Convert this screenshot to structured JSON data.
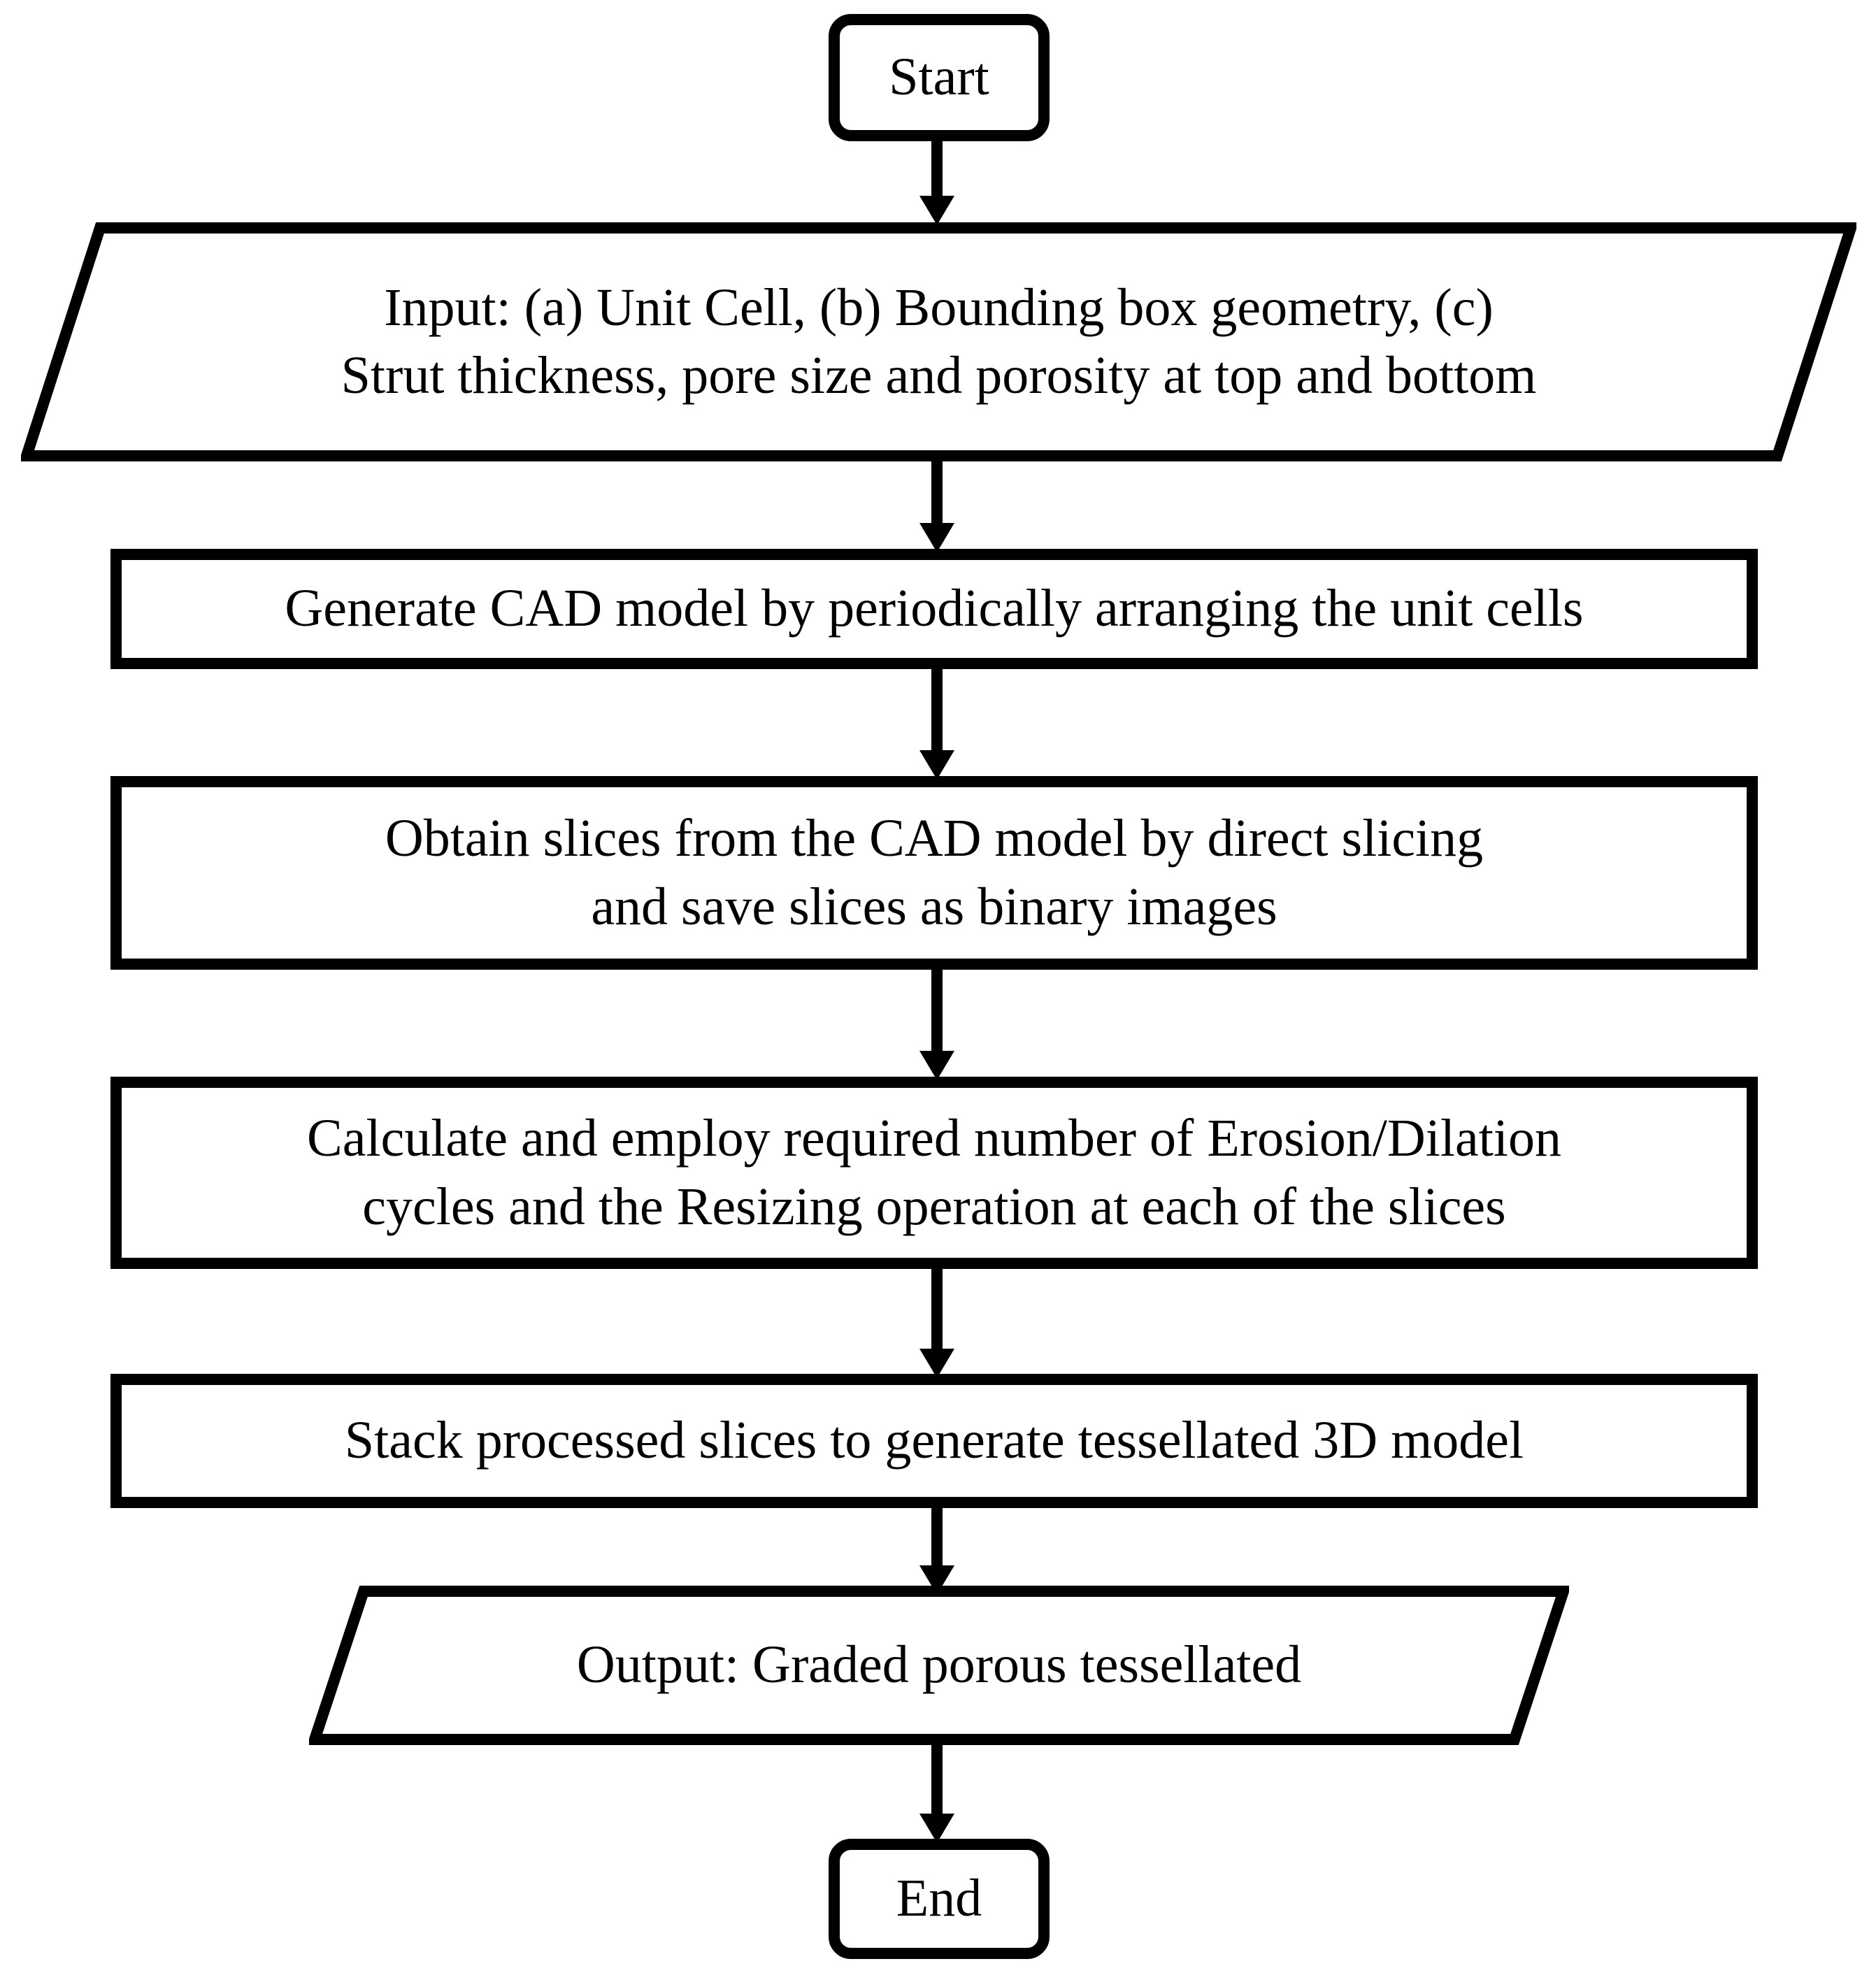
{
  "diagram": {
    "title": "Flowchart for generating graded porous tessellated 3D model",
    "orientation": "top-to-bottom",
    "stroke_color": "#000000",
    "fill_color": "#ffffff",
    "text_color": "#000000"
  },
  "nodes": {
    "start": {
      "label": "Start",
      "shape": "terminator"
    },
    "input": {
      "label": "Input: (a) Unit Cell, (b) Bounding box geometry, (c)\nStrut thickness, pore size and porosity at top and bottom",
      "shape": "parallelogram"
    },
    "step1": {
      "label": "Generate CAD model by periodically arranging the unit cells",
      "shape": "process"
    },
    "step2": {
      "label": "Obtain slices from the CAD model by direct slicing\nand save slices as binary images",
      "shape": "process"
    },
    "step3": {
      "label": "Calculate and employ required number of Erosion/Dilation\ncycles and the Resizing operation at each of the slices",
      "shape": "process"
    },
    "step4": {
      "label": "Stack processed slices to generate tessellated 3D model",
      "shape": "process"
    },
    "output": {
      "label": "Output: Graded porous tessellated",
      "shape": "parallelogram"
    },
    "end": {
      "label": "End",
      "shape": "terminator"
    }
  },
  "connectors": [
    {
      "name": "start-to-input",
      "from": "start",
      "to": "input",
      "style": "arrow-down"
    },
    {
      "name": "input-to-step1",
      "from": "input",
      "to": "step1",
      "style": "arrow-down"
    },
    {
      "name": "step1-to-step2",
      "from": "step1",
      "to": "step2",
      "style": "arrow-down"
    },
    {
      "name": "step2-to-step3",
      "from": "step2",
      "to": "step3",
      "style": "arrow-down"
    },
    {
      "name": "step3-to-step4",
      "from": "step3",
      "to": "step4",
      "style": "arrow-down"
    },
    {
      "name": "step4-to-output",
      "from": "step4",
      "to": "output",
      "style": "arrow-down"
    },
    {
      "name": "output-to-end",
      "from": "output",
      "to": "end",
      "style": "arrow-down"
    }
  ]
}
